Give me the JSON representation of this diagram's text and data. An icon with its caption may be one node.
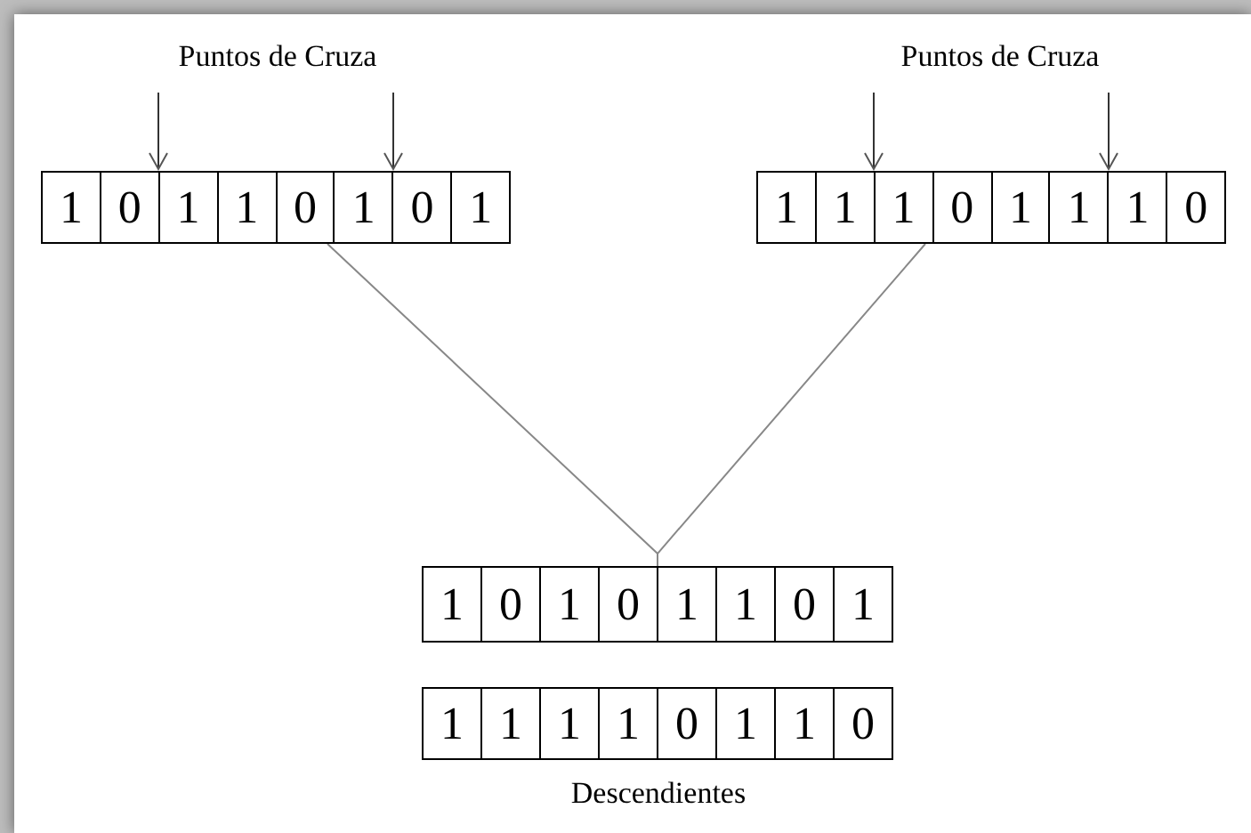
{
  "diagram": {
    "nodes": [
      {
        "text": [
          "Puntos de Cruza"
        ]
      },
      {
        "text": [],
        "shape": "box"
      },
      {
        "text": [
          "1"
        ],
        "in": 1
      },
      {
        "text": [
          "0"
        ],
        "in": 1
      },
      {
        "text": [
          "1"
        ],
        "in": 1
      },
      {
        "text": [
          "1"
        ],
        "in": 1
      },
      {
        "text": [
          "0"
        ],
        "in": 1
      },
      {
        "text": [
          "1"
        ],
        "in": 1
      },
      {
        "text": [
          "0"
        ],
        "in": 1
      },
      {
        "text": [
          "1"
        ],
        "in": 1
      },
      {
        "text": [
          "Puntos de Cruza"
        ]
      },
      {
        "text": [],
        "shape": "box"
      },
      {
        "text": [
          "1"
        ],
        "in": 11
      },
      {
        "text": [
          "1"
        ],
        "in": 11
      },
      {
        "text": [
          "1"
        ],
        "in": 11
      },
      {
        "text": [
          "0"
        ],
        "in": 11
      },
      {
        "text": [
          "1"
        ],
        "in": 11
      },
      {
        "text": [
          "1"
        ],
        "in": 11
      },
      {
        "text": [
          "1"
        ],
        "in": 11
      },
      {
        "text": [
          "0"
        ],
        "in": 11
      },
      {
        "text": [],
        "shape": "box"
      },
      {
        "text": [
          "1"
        ],
        "in": 20
      },
      {
        "text": [
          "0"
        ],
        "in": 20
      },
      {
        "text": [
          "1"
        ],
        "in": 20
      },
      {
        "text": [
          "0"
        ],
        "in": 20
      },
      {
        "text": [
          "1"
        ],
        "in": 20
      },
      {
        "text": [
          "1"
        ],
        "in": 20
      },
      {
        "text": [
          "0"
        ],
        "in": 20
      },
      {
        "text": [
          "1"
        ],
        "in": 20
      },
      {
        "text": [],
        "shape": "box"
      },
      {
        "text": [
          "1"
        ],
        "in": 29
      },
      {
        "text": [
          "1"
        ],
        "in": 29
      },
      {
        "text": [
          "1"
        ],
        "in": 29
      },
      {
        "text": [
          "1"
        ],
        "in": 29
      },
      {
        "text": [
          "0"
        ],
        "in": 29
      },
      {
        "text": [
          "1"
        ],
        "in": 29
      },
      {
        "text": [
          "1"
        ],
        "in": 29
      },
      {
        "text": [
          "0"
        ],
        "in": 29
      }
    ],
    "edges": [
      {
        "from": 0,
        "to": 1,
        "arrow": "to"
      },
      {
        "from": 0,
        "to": 1,
        "arrow": "to"
      },
      {
        "from": 10,
        "to": 11,
        "arrow": "to"
      },
      {
        "from": 10,
        "to": 11,
        "arrow": "to"
      },
      {
        "from": 1,
        "to": 20,
        "arrow": "none"
      },
      {
        "from": 11,
        "to": 20,
        "arrow": "none"
      }
    ],
    "labels": [
      "Descendientes"
    ]
  }
}
